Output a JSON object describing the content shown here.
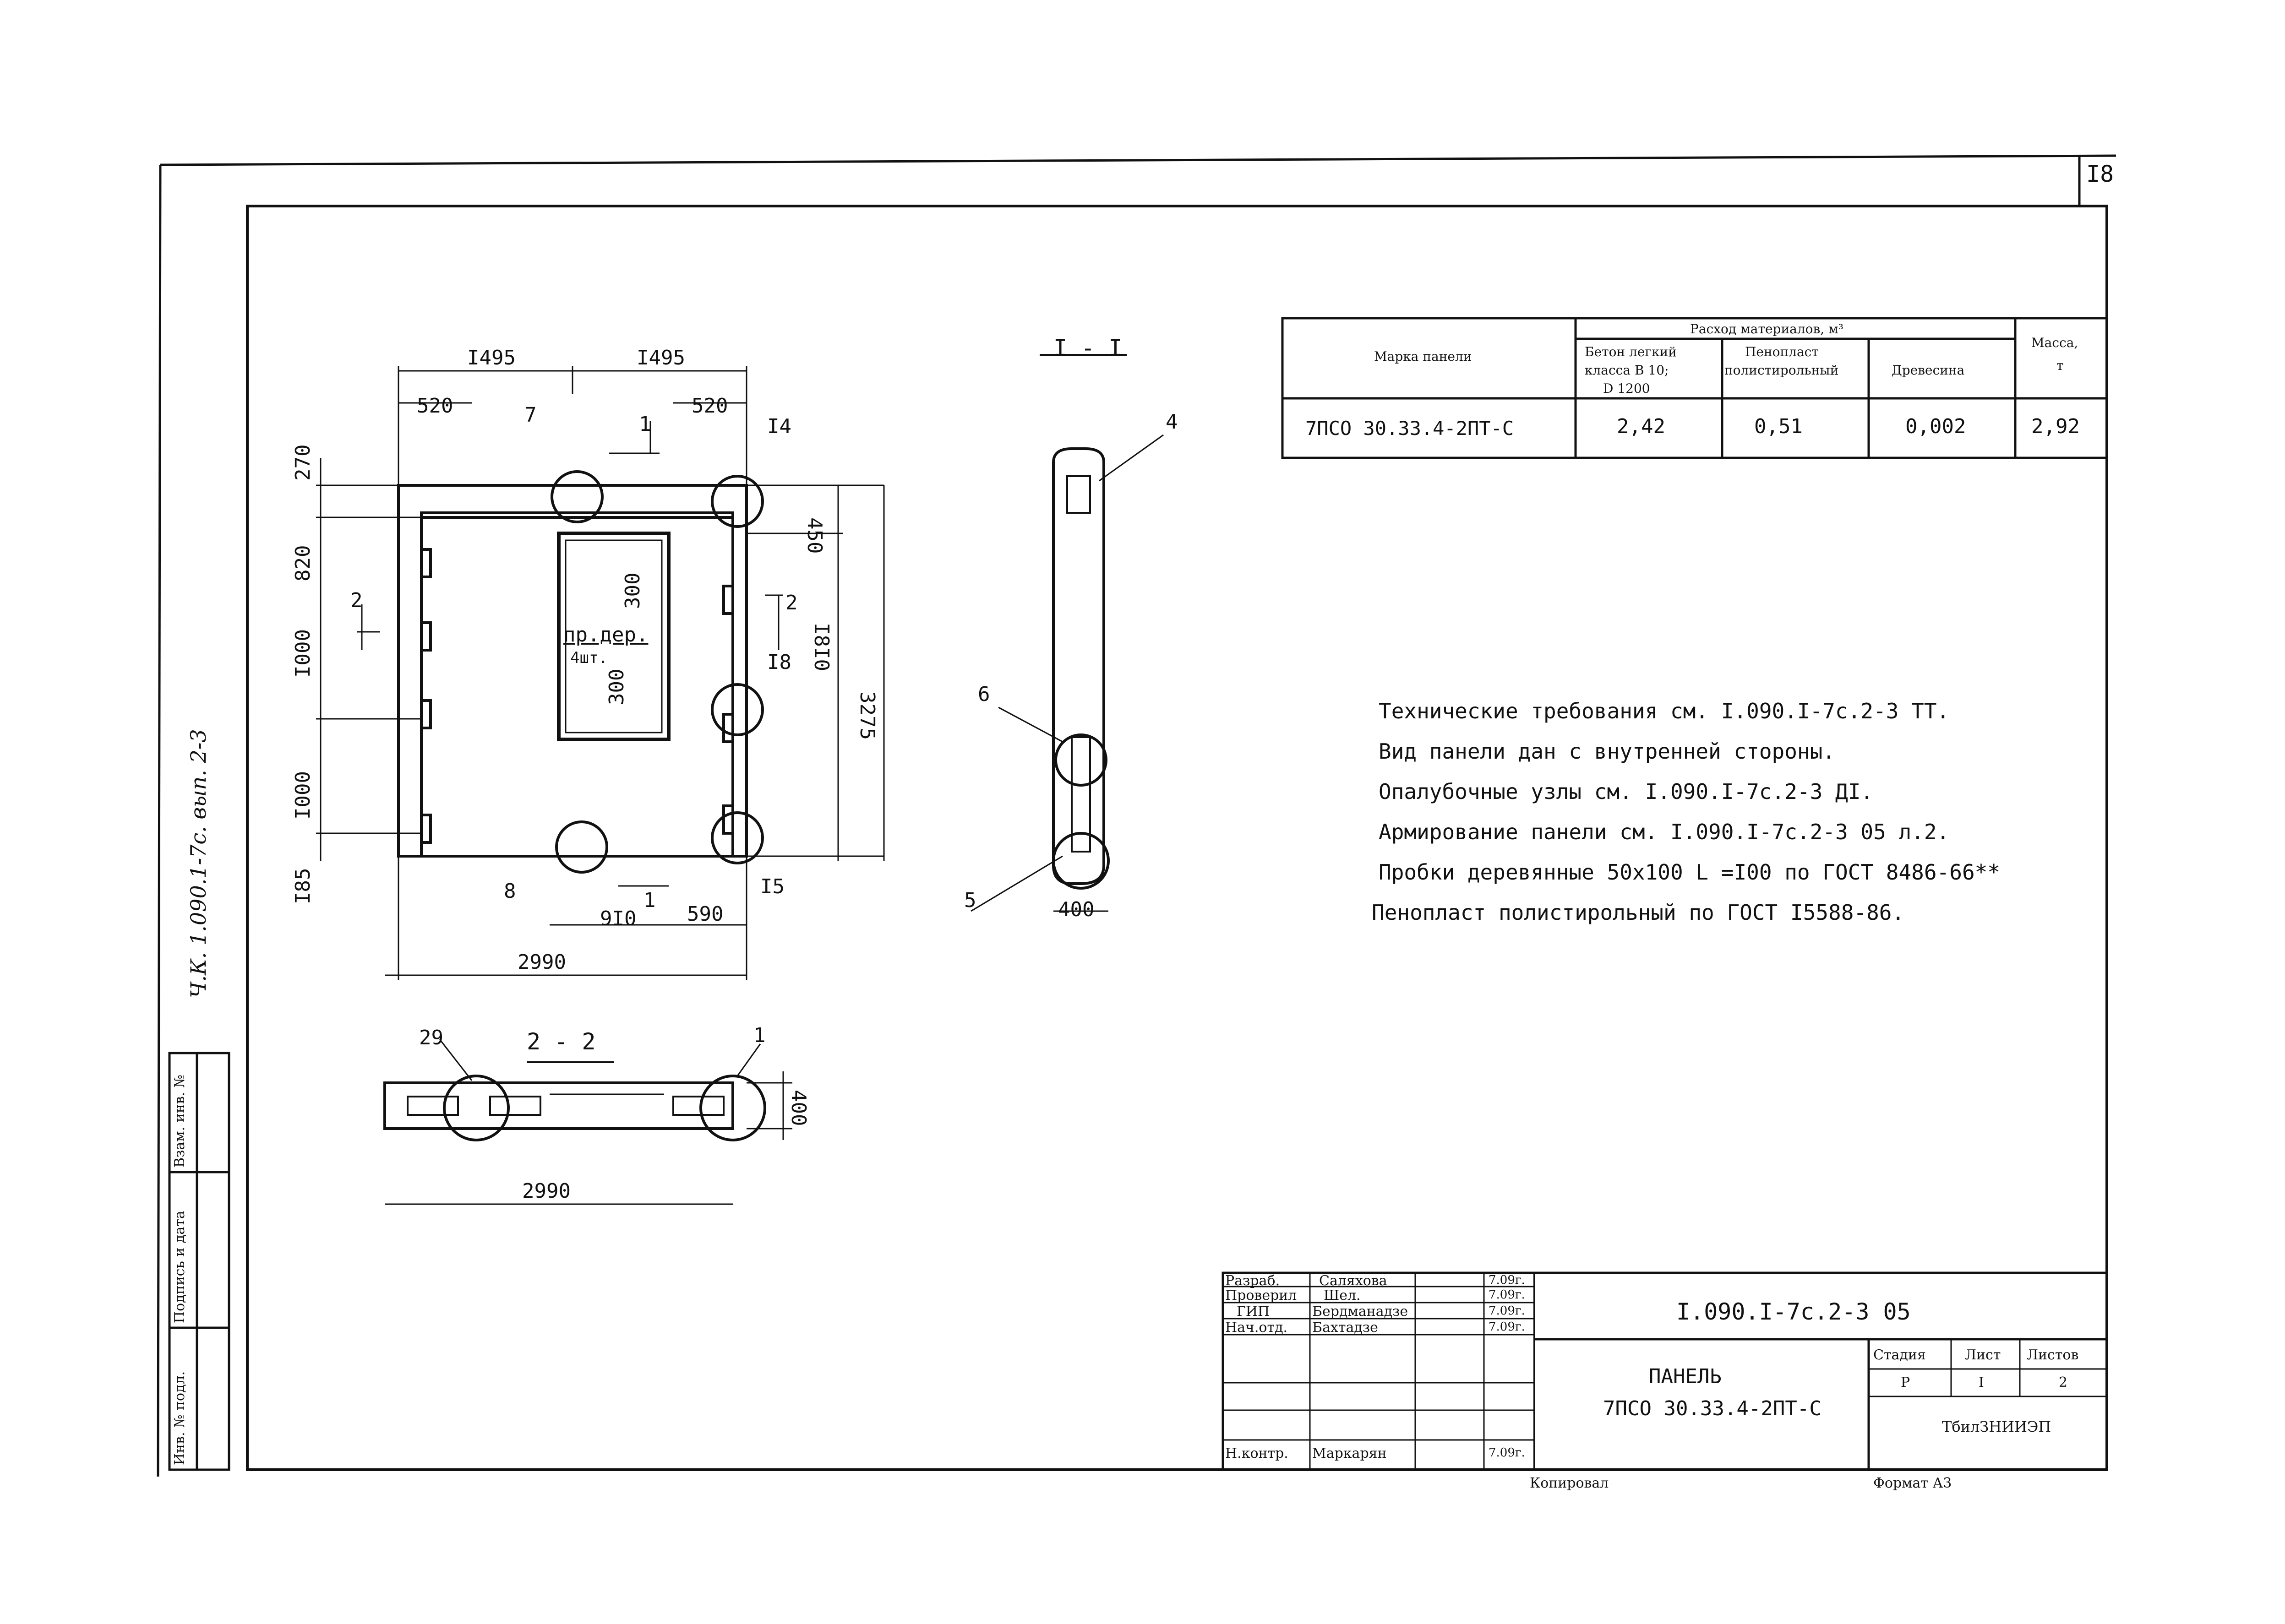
{
  "sheet_number": "I8",
  "margin_doc_code": "Ч.К. 1.090.1-7с. вып. 2-3",
  "left_stamp": [
    "Инв. № подл.",
    "Подпись и дата",
    "Взам. инв. №"
  ],
  "materials_table": {
    "col_mark": "Марка панели",
    "col_consumption": "Расход материалов, м³",
    "col_concrete": [
      "Бетон легкий",
      "класса В 10;",
      "D 1200"
    ],
    "col_foam": [
      "Пенопласт",
      "полистирольный"
    ],
    "col_wood": "Древесина",
    "col_mass": [
      "Масса,",
      "т"
    ],
    "row": {
      "mark": "7ПСО 30.33.4-2ПТ-С",
      "concrete": "2,42",
      "foam": "0,51",
      "wood": "0,002",
      "mass": "2,92"
    }
  },
  "notes": [
    "Технические требования см. I.090.I-7с.2-3 ТТ.",
    "Вид панели дан с внутренней стороны.",
    "Опалубочные узлы см. I.090.I-7с.2-3 ДI.",
    "Армирование панели см. I.090.I-7с.2-3 05 л.2.",
    "Пробки деревянные 50х100 L =I00 по ГОСТ 8486-66**",
    "Пенопласт полистирольный по ГОСТ I5588-86."
  ],
  "plan": {
    "dims_top": [
      "I495",
      "I495"
    ],
    "dims_top2": [
      "520",
      "520"
    ],
    "dims_left": [
      "270",
      "820",
      "I000",
      "I000",
      "I85"
    ],
    "dims_right": [
      "450",
      "I8I0",
      "3275"
    ],
    "dims_bottom": [
      "9I0",
      "590",
      "2990"
    ],
    "opening_label": [
      "пр.дер.",
      "4шт."
    ],
    "opening_dims": [
      "300",
      "300"
    ],
    "callouts": [
      "7",
      "I4",
      "I8",
      "8",
      "I5"
    ],
    "section_marks": [
      "1",
      "1",
      "2",
      "2"
    ]
  },
  "section_1_1": {
    "title": "I - I",
    "callouts": [
      "4",
      "6",
      "5"
    ],
    "dim": "400"
  },
  "section_2_2": {
    "title": "2 - 2",
    "callouts": [
      "29",
      "1"
    ],
    "dim_width": "2990",
    "dim_height": "400"
  },
  "title_block": {
    "roles": [
      "Разраб.",
      "Проверил",
      "ГИП",
      "Нач.отд.",
      "",
      "",
      "Н.контр."
    ],
    "names": [
      "Саляхова",
      "Шел.",
      "Бердманадзе",
      "Бахтадзе",
      "",
      "",
      "Маркарян"
    ],
    "dates": [
      "7.09г.",
      "7.09г.",
      "7.09г.",
      "7.09г.",
      "",
      "",
      "7.09г."
    ],
    "doc_code": "I.090.I-7с.2-3 05",
    "product_title": "ПАНЕЛЬ",
    "product_mark": "7ПСО 30.33.4-2ПТ-С",
    "stage_label": "Стадия",
    "sheet_label": "Лист",
    "sheets_label": "Листов",
    "stage": "Р",
    "sheet": "I",
    "sheets": "2",
    "org": "ТбилЗНИИЭП"
  },
  "footer": {
    "copied": "Копировал",
    "format": "Формат А3"
  }
}
